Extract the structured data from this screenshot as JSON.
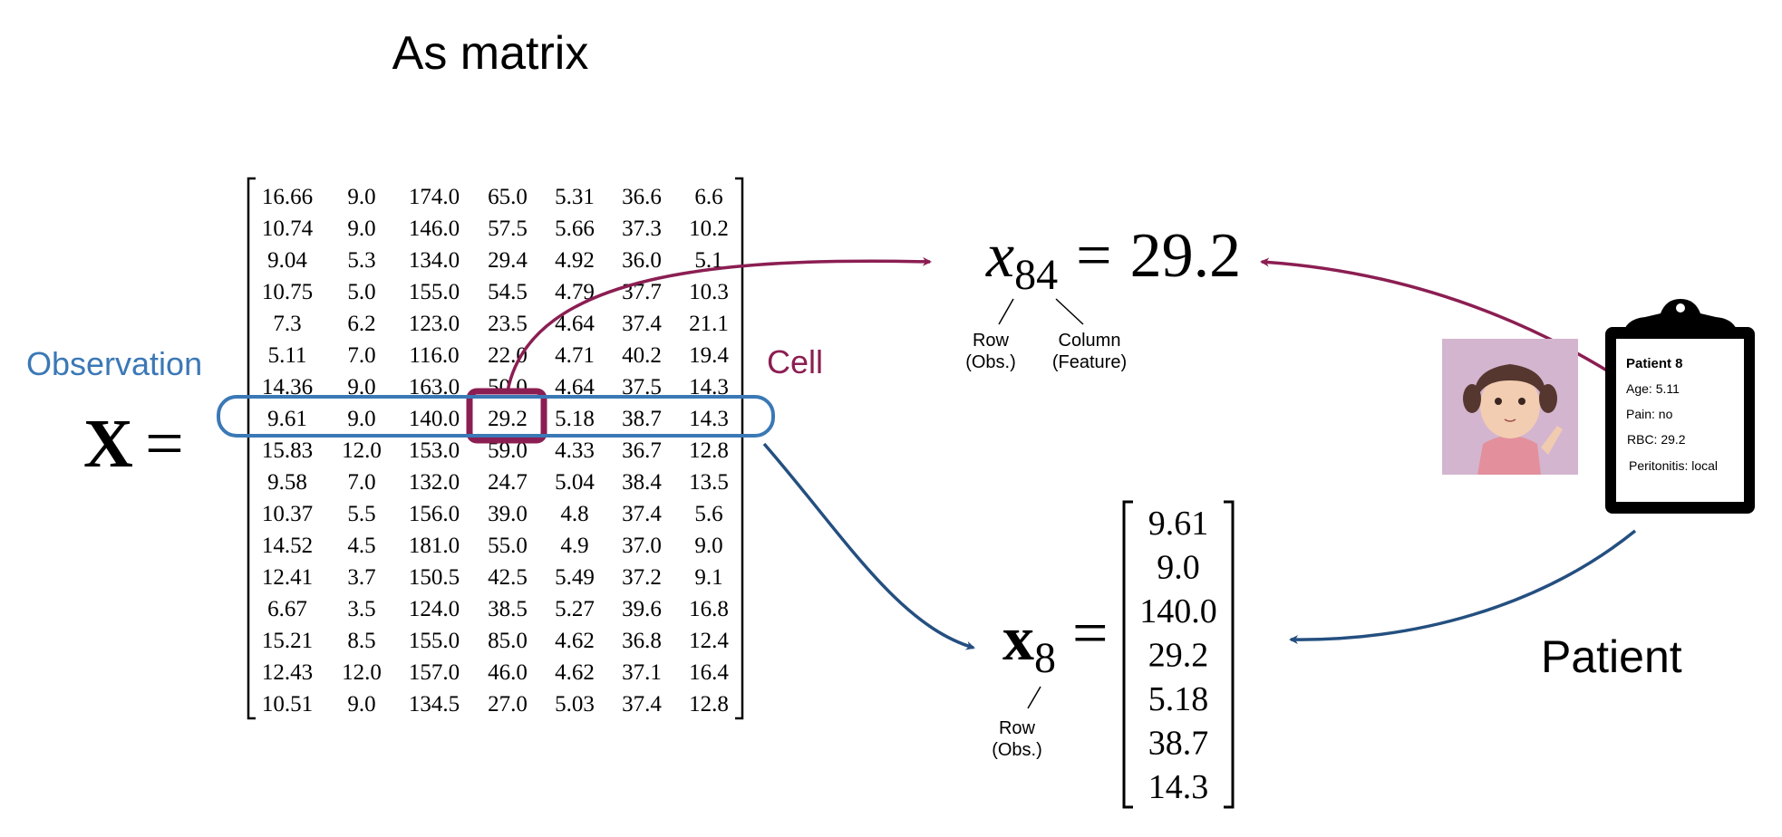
{
  "title": "As matrix",
  "labels": {
    "observation": "Observation",
    "cell": "Cell",
    "matrix_symbol": "X",
    "equals": "=",
    "patient": "Patient",
    "row_obs_line1": "Row",
    "row_obs_line2": "(Obs.)",
    "column_line1": "Column",
    "column_line2": "(Feature)"
  },
  "cell_equation": {
    "symbol": "x",
    "subscript": "84",
    "value": "29.2"
  },
  "vector_equation": {
    "symbol": "x",
    "subscript": "8",
    "values": [
      "9.61",
      "9.0",
      "140.0",
      "29.2",
      "5.18",
      "38.7",
      "14.3"
    ]
  },
  "matrix": [
    [
      "16.66",
      "9.0",
      "174.0",
      "65.0",
      "5.31",
      "36.6",
      "6.6"
    ],
    [
      "10.74",
      "9.0",
      "146.0",
      "57.5",
      "5.66",
      "37.3",
      "10.2"
    ],
    [
      "9.04",
      "5.3",
      "134.0",
      "29.4",
      "4.92",
      "36.0",
      "5.1"
    ],
    [
      "10.75",
      "5.0",
      "155.0",
      "54.5",
      "4.79",
      "37.7",
      "10.3"
    ],
    [
      "7.3",
      "6.2",
      "123.0",
      "23.5",
      "4.64",
      "37.4",
      "21.1"
    ],
    [
      "5.11",
      "7.0",
      "116.0",
      "22.0",
      "4.71",
      "40.2",
      "19.4"
    ],
    [
      "14.36",
      "9.0",
      "163.0",
      "50.0",
      "4.64",
      "37.5",
      "14.3"
    ],
    [
      "9.61",
      "9.0",
      "140.0",
      "29.2",
      "5.18",
      "38.7",
      "14.3"
    ],
    [
      "15.83",
      "12.0",
      "153.0",
      "59.0",
      "4.33",
      "36.7",
      "12.8"
    ],
    [
      "9.58",
      "7.0",
      "132.0",
      "24.7",
      "5.04",
      "38.4",
      "13.5"
    ],
    [
      "10.37",
      "5.5",
      "156.0",
      "39.0",
      "4.8",
      "37.4",
      "5.6"
    ],
    [
      "14.52",
      "4.5",
      "181.0",
      "55.0",
      "4.9",
      "37.0",
      "9.0"
    ],
    [
      "12.41",
      "3.7",
      "150.5",
      "42.5",
      "5.49",
      "37.2",
      "9.1"
    ],
    [
      "6.67",
      "3.5",
      "124.0",
      "38.5",
      "5.27",
      "39.6",
      "16.8"
    ],
    [
      "15.21",
      "8.5",
      "155.0",
      "85.0",
      "4.62",
      "36.8",
      "12.4"
    ],
    [
      "12.43",
      "12.0",
      "157.0",
      "46.0",
      "4.62",
      "37.1",
      "16.4"
    ],
    [
      "10.51",
      "9.0",
      "134.5",
      "27.0",
      "5.03",
      "37.4",
      "12.8"
    ]
  ],
  "clipboard": {
    "title": "Patient 8",
    "lines": [
      "Age: 5.11",
      "Pain: no",
      "RBC: 29.2",
      "Peritonitis: local"
    ]
  },
  "colors": {
    "observation": "#3b78b6",
    "cell": "#8b1e52",
    "arrow_blue": "#244f80",
    "child_bg": "#d3b5cf"
  }
}
